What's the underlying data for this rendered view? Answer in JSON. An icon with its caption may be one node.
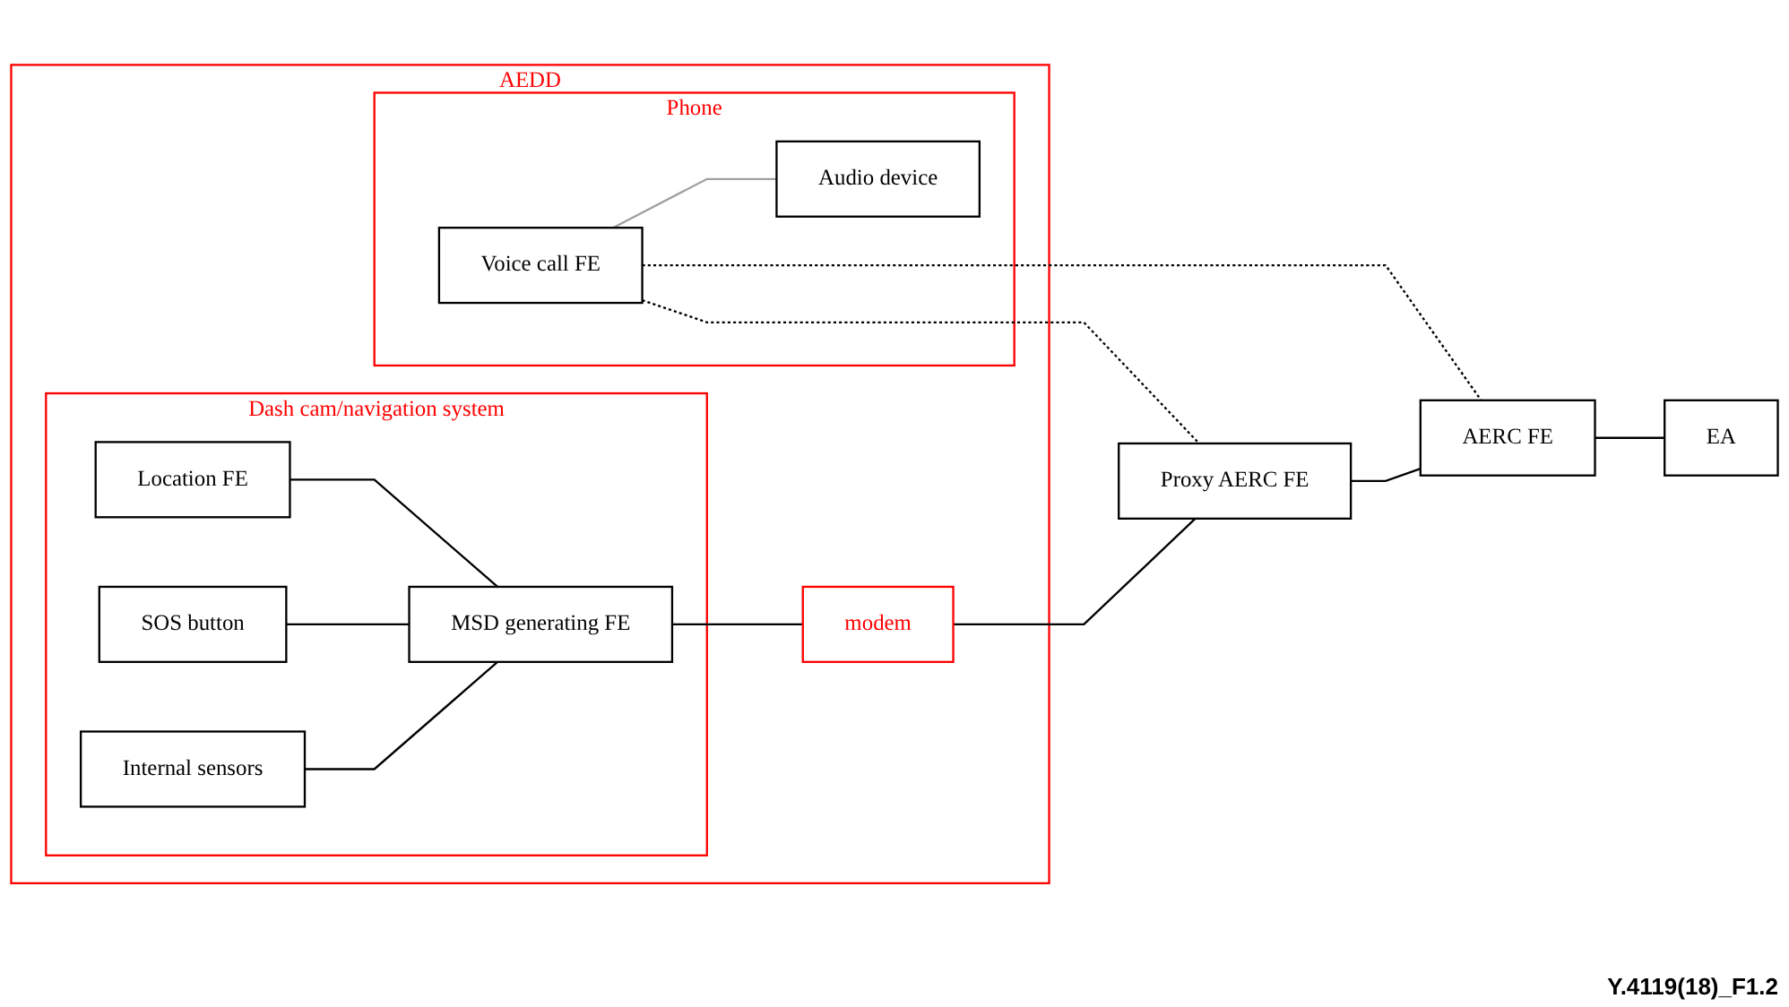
{
  "diagram": {
    "nodes": [
      {
        "text": [
          "AEDD"
        ]
      },
      {
        "text": [
          "Dash cam/navigation system"
        ],
        "in": 0
      },
      {
        "text": [
          "Location FE"
        ],
        "in": 1
      },
      {
        "text": [
          "SOS button"
        ],
        "in": 1
      },
      {
        "text": [
          "MSD generating FE"
        ],
        "in": 1
      },
      {
        "text": [
          "Internal sensors"
        ],
        "in": 1
      },
      {
        "text": [
          "modem"
        ],
        "in": 0
      },
      {
        "text": [
          "Phone"
        ],
        "in": 0
      },
      {
        "text": [
          "Voice call FE"
        ],
        "in": 7
      },
      {
        "text": [
          "Audio device"
        ],
        "in": 7
      },
      {
        "text": [
          "Proxy AERC FE"
        ]
      },
      {
        "text": [
          "AERC FE"
        ]
      },
      {
        "text": [
          "EA"
        ]
      }
    ],
    "edges": [
      {
        "from": 2,
        "to": 4,
        "arrow": "none"
      },
      {
        "from": 3,
        "to": 4,
        "arrow": "none"
      },
      {
        "from": 5,
        "to": 4,
        "arrow": "none"
      },
      {
        "from": 4,
        "to": 6,
        "arrow": "none"
      },
      {
        "from": 6,
        "to": 10,
        "arrow": "none"
      },
      {
        "from": 8,
        "to": 10,
        "arrow": "none",
        "style": "dashed"
      },
      {
        "from": 8,
        "to": 11,
        "arrow": "none",
        "style": "dashed"
      },
      {
        "from": 8,
        "to": 9,
        "arrow": "none",
        "color": "#a0a0a0"
      },
      {
        "from": 10,
        "to": 11,
        "arrow": "none"
      },
      {
        "from": 11,
        "to": 12,
        "arrow": "none"
      }
    ],
    "labels": [
      "Y.4119(18)_F1.2"
    ]
  }
}
